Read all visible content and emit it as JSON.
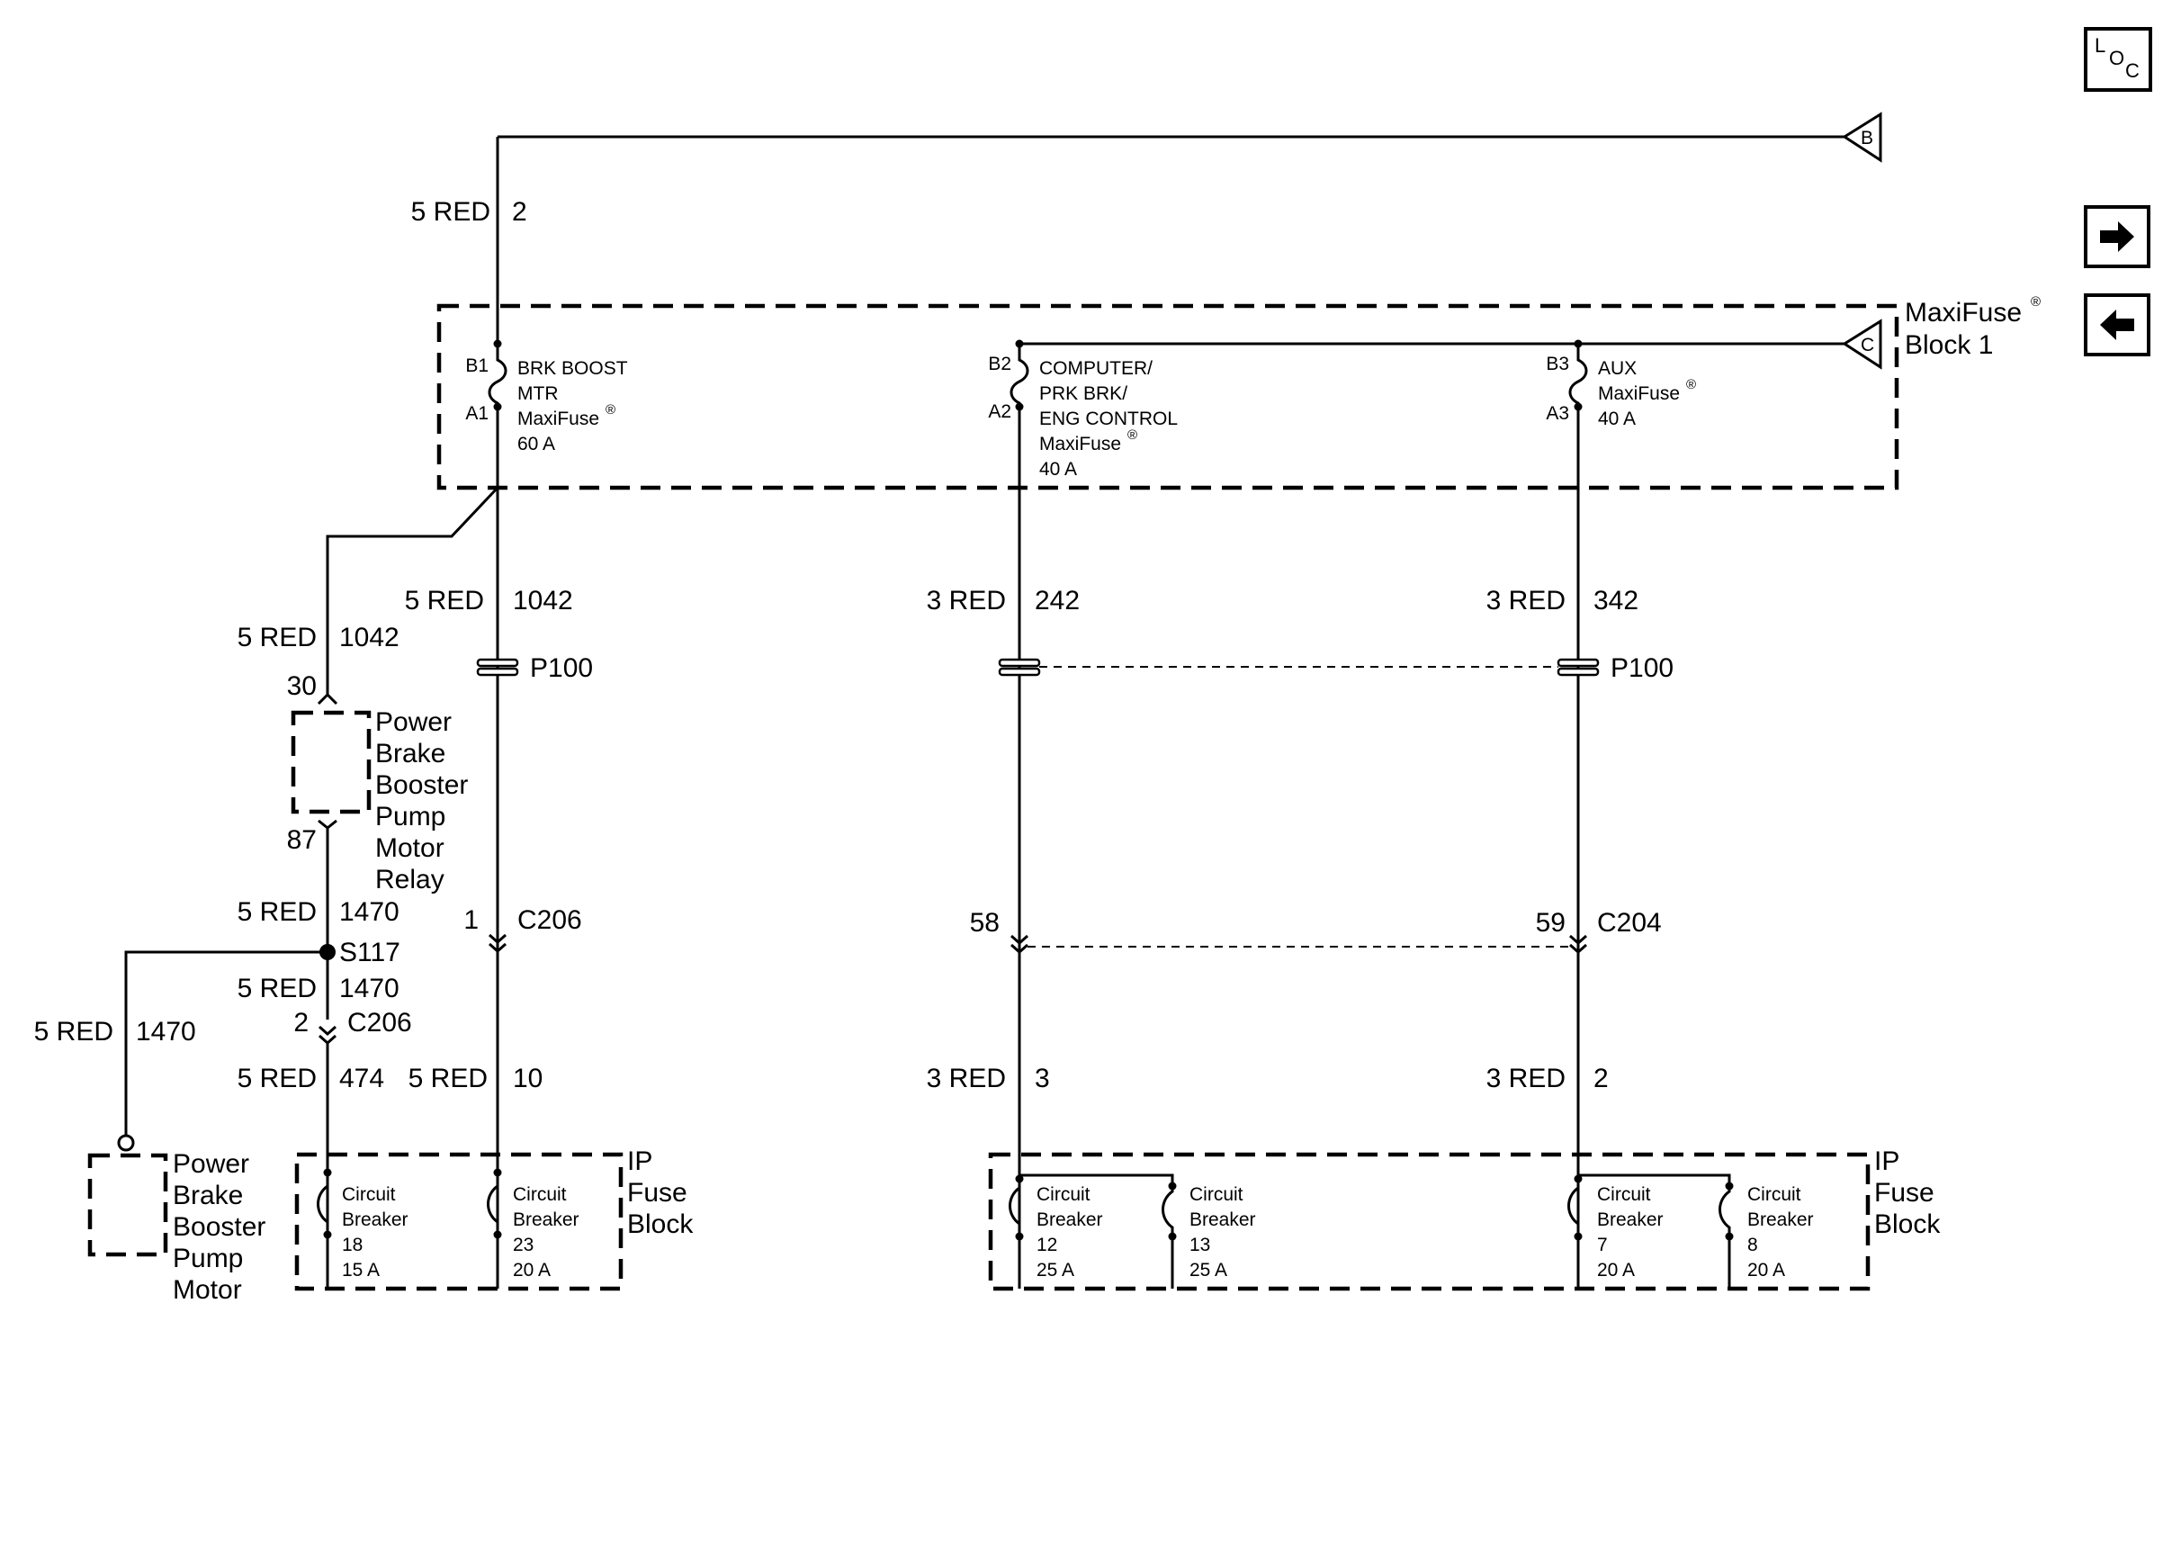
{
  "nav": {
    "loc_l": "L",
    "loc_o": "O",
    "loc_c": "C"
  },
  "offpage": {
    "b": "B",
    "c": "C"
  },
  "maxifuse_block": {
    "title_1": "MaxiFuse",
    "title_2": "Block 1",
    "f1": {
      "pin_top": "B1",
      "pin_bot": "A1",
      "l1": "BRK BOOST",
      "l2": "MTR",
      "l3": "MaxiFuse",
      "l4": "60 A"
    },
    "f2": {
      "pin_top": "B2",
      "pin_bot": "A2",
      "l1": "COMPUTER/",
      "l2": "PRK BRK/",
      "l3": "ENG CONTROL",
      "l4": "MaxiFuse",
      "l5": "40 A"
    },
    "f3": {
      "pin_top": "B3",
      "pin_bot": "A3",
      "l1": "AUX",
      "l2": "MaxiFuse",
      "l3": "40 A"
    }
  },
  "registered": "®",
  "wires": {
    "top": {
      "gauge": "5 RED",
      "circuit": "2"
    },
    "w1042a": {
      "gauge": "5 RED",
      "circuit": "1042"
    },
    "w1042b": {
      "gauge": "5 RED",
      "circuit": "1042"
    },
    "w242": {
      "gauge": "3 RED",
      "circuit": "242"
    },
    "w342": {
      "gauge": "3 RED",
      "circuit": "342"
    },
    "w1470a": {
      "gauge": "5 RED",
      "circuit": "1470"
    },
    "w1470b": {
      "gauge": "5 RED",
      "circuit": "1470"
    },
    "w1470c": {
      "gauge": "5 RED",
      "circuit": "1470"
    },
    "w474": {
      "gauge": "5 RED",
      "circuit": "474"
    },
    "w10": {
      "gauge": "5 RED",
      "circuit": "10"
    },
    "w3": {
      "gauge": "3 RED",
      "circuit": "3"
    },
    "w2": {
      "gauge": "3 RED",
      "circuit": "2"
    }
  },
  "connectors": {
    "p100_left": "P100",
    "p100_right": "P100",
    "c206_upper_pin": "1",
    "c206_upper": "C206",
    "c206_lower_pin": "2",
    "c206_lower": "C206",
    "c204_pin_left": "58",
    "c204_pin_right": "59",
    "c204": "C204"
  },
  "splice": "S117",
  "relay": {
    "pin_in": "30",
    "pin_out": "87",
    "lines": [
      "Power",
      "Brake",
      "Booster",
      "Pump",
      "Motor",
      "Relay"
    ]
  },
  "motor": {
    "lines": [
      "Power",
      "Brake",
      "Booster",
      "Pump",
      "Motor"
    ]
  },
  "ip_fuse_block": {
    "lines": [
      "IP",
      "Fuse",
      "Block"
    ]
  },
  "breakers": [
    {
      "l1": "Circuit",
      "l2": "Breaker",
      "num": "18",
      "amp": "15 A"
    },
    {
      "l1": "Circuit",
      "l2": "Breaker",
      "num": "23",
      "amp": "20 A"
    },
    {
      "l1": "Circuit",
      "l2": "Breaker",
      "num": "12",
      "amp": "25 A"
    },
    {
      "l1": "Circuit",
      "l2": "Breaker",
      "num": "13",
      "amp": "25 A"
    },
    {
      "l1": "Circuit",
      "l2": "Breaker",
      "num": "7",
      "amp": "20 A"
    },
    {
      "l1": "Circuit",
      "l2": "Breaker",
      "num": "8",
      "amp": "20 A"
    }
  ]
}
